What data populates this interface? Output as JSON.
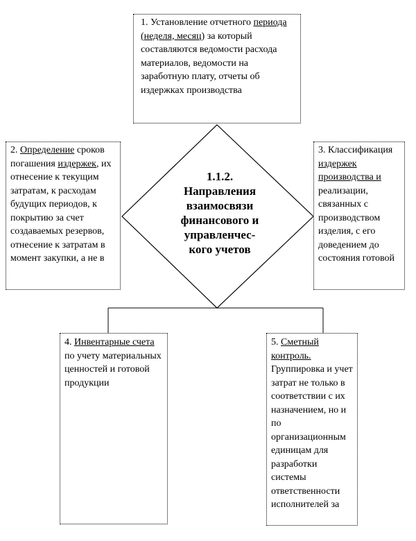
{
  "center": {
    "lines": [
      "1.1.2.",
      "Направления",
      "взаимосвязи",
      "финансового и",
      "управленчес-",
      "кого учетов"
    ]
  },
  "box1": {
    "prefix": "1. Установление отчетного",
    "underlined": "периода (неделя, месяц)",
    "rest": " за который составляются ведомости расхода материалов, ведомости на заработную плату, отчеты об издержках производства"
  },
  "box2": {
    "prefix": "2. ",
    "underlined_a": "Определение",
    "middle": " сроков погашения ",
    "underlined_b": "издержек",
    "rest": ", их отнесение к текущим затратам, к расходам будущих периодов, к покрытию за счет создаваемых резервов, отнесение к затратам в момент закупки, а не в"
  },
  "box3": {
    "prefix": "3. Классификация ",
    "underlined": "издержек производства и",
    "rest": " реализации, связанных с производством изделия, с его доведением до состояния готовой"
  },
  "box4": {
    "prefix": "4. ",
    "underlined": "Инвентарные счета",
    "rest": " по учету материальных ценностей и готовой продукции"
  },
  "box5": {
    "prefix": "5. ",
    "underlined": "Сметный контроль.",
    "rest": " Группировка и учет затрат не только в соответствии с их назначением, но и по организационным единицам для разработки системы ответственности исполнителей за"
  }
}
